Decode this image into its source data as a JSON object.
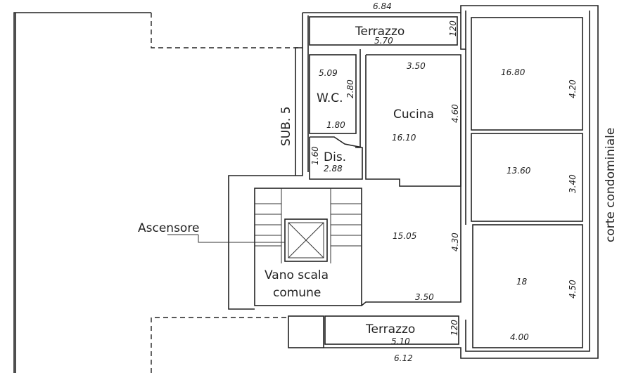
{
  "plan": {
    "sub_label": "SUB. 5",
    "ascensore": "Ascensore",
    "stair_label_1": "Vano scala",
    "stair_label_2": "comune",
    "courtyard": "corte condominiale",
    "terrace_top": {
      "label": "Terrazzo",
      "outer_width": "6.84",
      "inner_width": "5.70",
      "depth": "120"
    },
    "terrace_bottom": {
      "label": "Terrazzo",
      "outer_width": "6.12",
      "inner_width": "5.10",
      "depth": "120"
    },
    "wc": {
      "label": "W.C.",
      "area": "5.09",
      "dim_v": "2.80",
      "dim_h": "1.80"
    },
    "dis": {
      "label": "Dis.",
      "area": "2.88",
      "dim_v": "1.60"
    },
    "kitchen": {
      "label": "Cucina",
      "area": "16.10",
      "dim_h": "3.50",
      "dim_v": "4.60"
    },
    "hall": {
      "area": "15.05",
      "dim_v": "4.30",
      "dim_h": "3.50"
    },
    "room1": {
      "area": "16.80",
      "dim_v": "4.20"
    },
    "room2": {
      "area": "13.60",
      "dim_v": "3.40"
    },
    "room3": {
      "area": "18",
      "dim_v": "4.50",
      "dim_h": "4.00"
    }
  }
}
